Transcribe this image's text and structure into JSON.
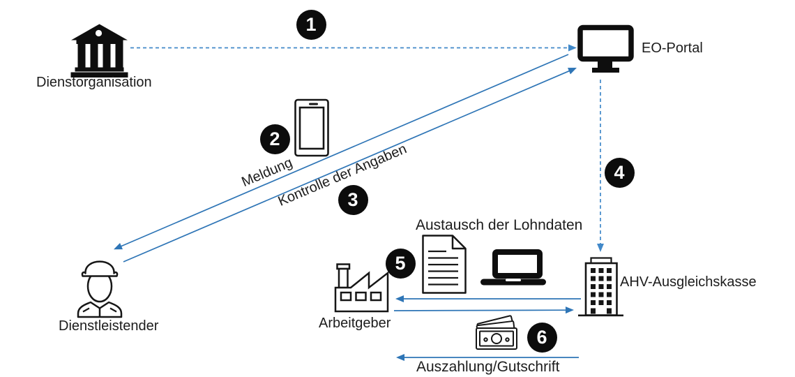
{
  "colors": {
    "arrow_solid": "#2E75B6",
    "arrow_dashed": "#4189C9",
    "badge_background": "#0C0C0C",
    "badge_number": "#FFFFFF",
    "text": "#1C1C1C",
    "icon_ink": "#111111"
  },
  "nodes": {
    "dienstorganisation": {
      "label": "Dienstorganisation",
      "icon": "bank-icon"
    },
    "eo_portal": {
      "label": "EO-Portal",
      "icon": "monitor-icon"
    },
    "dienstleistender": {
      "label": "Dienstleistender",
      "icon": "soldier-icon"
    },
    "arbeitgeber": {
      "label": "Arbeitgeber",
      "icon": "factory-icon"
    },
    "ahv_ausgleichskasse": {
      "label": "AHV-Ausgleichskasse",
      "icon": "office-building-icon"
    }
  },
  "edge_labels": {
    "meldung": "Meldung",
    "kontrolle_der_angaben": "Kontrolle der Angaben",
    "austausch_der_lohndaten": "Austausch der Lohndaten",
    "auszahlung_gutschrift": "Auszahlung/Gutschrift"
  },
  "decorative_icons": [
    "smartphone-icon",
    "document-icon",
    "laptop-icon",
    "banknotes-icon"
  ],
  "steps": [
    "1",
    "2",
    "3",
    "4",
    "5",
    "6"
  ]
}
